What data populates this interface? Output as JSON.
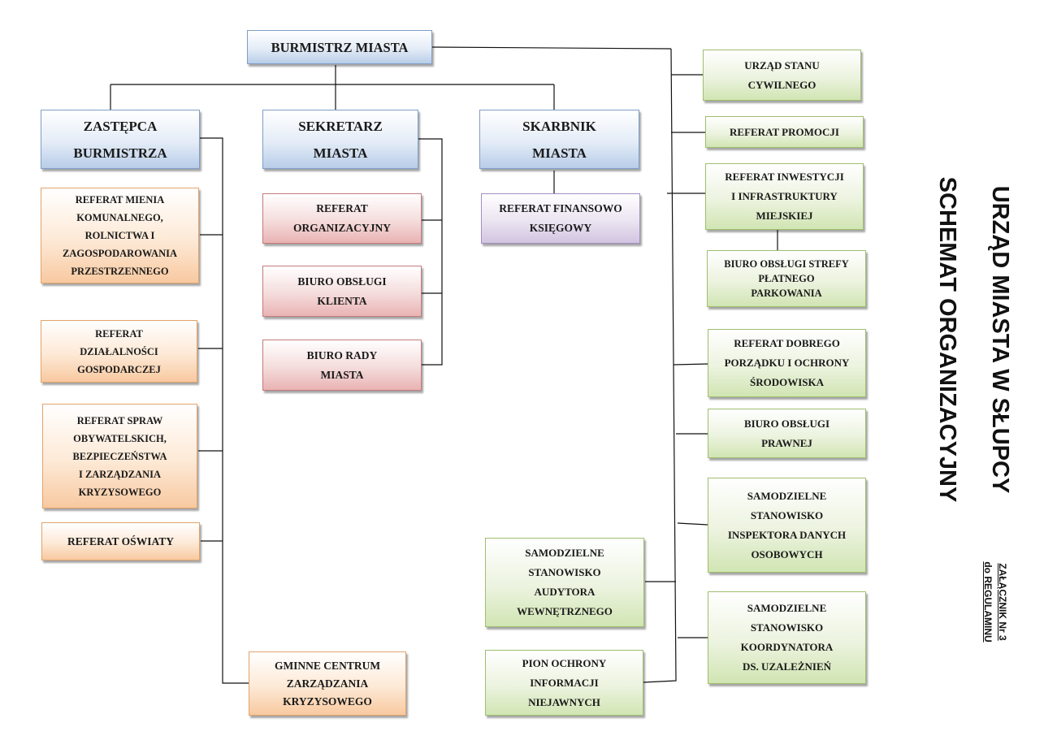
{
  "title": {
    "line1": "URZĄD MIASTA W SŁUPCY",
    "line2": "SCHEMAT ORGANIZACYJNY",
    "attachment_line1": "ZAŁĄCZNIK Nr 3",
    "attachment_line2": "do REGULAMINU"
  },
  "top": {
    "mayor": "BURMISTRZ MIASTA"
  },
  "deputies": {
    "deputy_mayor": "ZASTĘPCA\nBURMISTRZA",
    "secretary": "SEKRETARZ\nMIASTA",
    "treasurer": "SKARBNIK\nMIASTA"
  },
  "deputy_units": [
    "REFERAT MIENIA\nKOMUNALNEGO,\nROLNICTWA I\nZAGOSPODAROWANIA\nPRZESTRZENNEGO",
    "REFERAT\nDZIAŁALNOŚCI\nGOSPODARCZEJ",
    "REFERAT SPRAW\nOBYWATELSKICH,\nBEZPIECZEŃSTWA\nI ZARZĄDZANIA\nKRYZYSOWEGO",
    "REFERAT OŚWIATY",
    "GMINNE CENTRUM\nZARZĄDZANIA\nKRYZYSOWEGO"
  ],
  "secretary_units": [
    "REFERAT\nORGANIZACYJNY",
    "BIURO OBSŁUGI\nKLIENTA",
    "BIURO RADY\nMIASTA"
  ],
  "treasurer_units": [
    "REFERAT FINANSOWO\nKSIĘGOWY"
  ],
  "mayor_units": [
    "URZĄD STANU\nCYWILNEGO",
    "REFERAT PROMOCJI",
    "REFERAT INWESTYCJI\nI INFRASTRUKTURY\nMIEJSKIEJ",
    "BIURO OBSŁUGI STREFY\nPŁATNEGO\nPARKOWANIA",
    "REFERAT DOBREGO\nPORZĄDKU I OCHRONY\nŚRODOWISKA",
    "BIURO OBSŁUGI\nPRAWNEJ",
    "SAMODZIELNE\nSTANOWISKO\nINSPEKTORA DANYCH\nOSOBOWYCH",
    "SAMODZIELNE\nSTANOWISKO\nKOORDYNATORA\nDS. UZALEŻNIEŃ",
    "SAMODZIELNE\nSTANOWISKO\nAUDYTORA\nWEWNĘTRZNEGO",
    "PION OCHRONY\nINFORMACJI\nNIEJAWNYCH"
  ]
}
